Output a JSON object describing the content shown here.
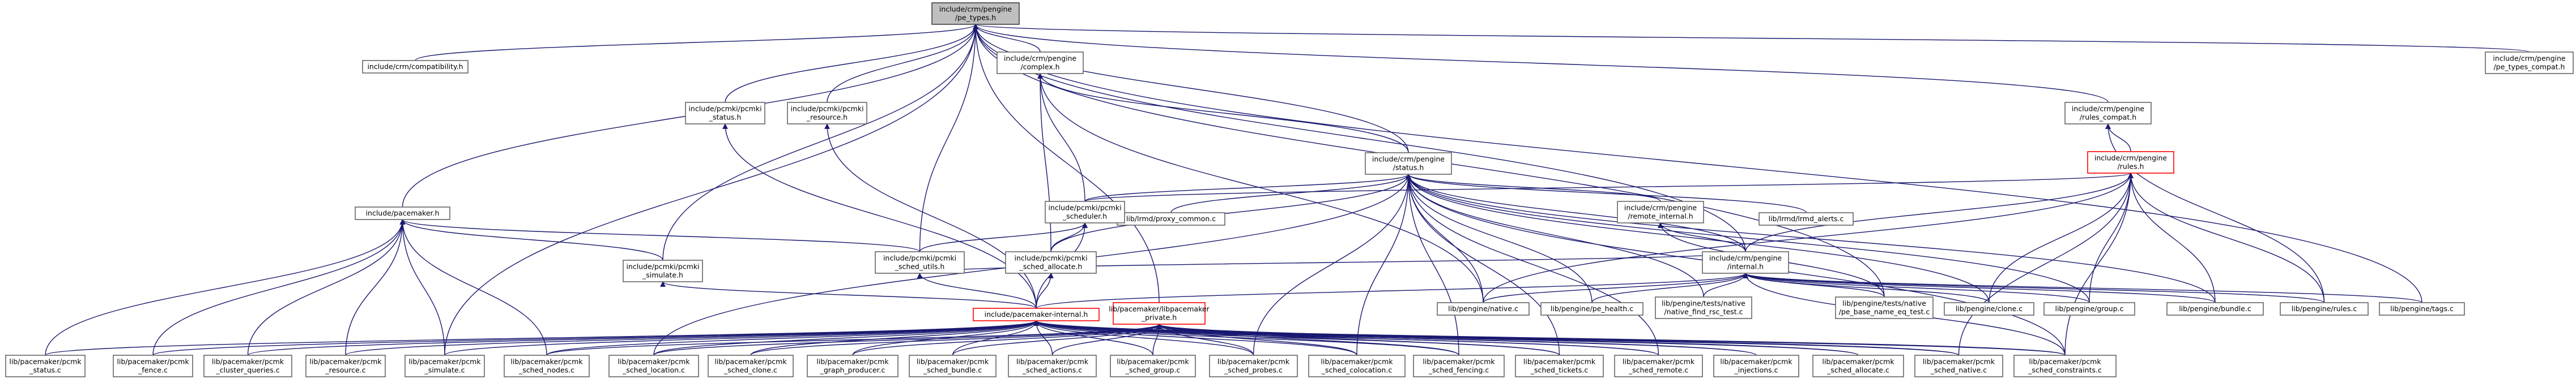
{
  "graph": {
    "root": "pe_types",
    "colors": {
      "edge": "#191970",
      "node_border": "#666666",
      "node_fill": "#ffffff",
      "root_fill": "#bfbfbf",
      "highlight_border": "#ff0000"
    },
    "nodes": [
      {
        "id": "pe_types",
        "lines": [
          "include/crm/pengine",
          "/pe_types.h"
        ],
        "style": "root"
      },
      {
        "id": "compat",
        "lines": [
          "include/crm/compatibility.h"
        ]
      },
      {
        "id": "complex",
        "lines": [
          "include/crm/pengine",
          "/complex.h"
        ]
      },
      {
        "id": "pcmki_status",
        "lines": [
          "include/pcmki/pcmki",
          "_status.h"
        ]
      },
      {
        "id": "pcmki_resource",
        "lines": [
          "include/pcmki/pcmki",
          "_resource.h"
        ]
      },
      {
        "id": "rules_compat",
        "lines": [
          "include/crm/pengine",
          "/rules_compat.h"
        ]
      },
      {
        "id": "pe_types_compat",
        "lines": [
          "include/crm/pengine",
          "/pe_types_compat.h"
        ]
      },
      {
        "id": "status",
        "lines": [
          "include/crm/pengine",
          "/status.h"
        ]
      },
      {
        "id": "pacemaker_h",
        "lines": [
          "include/pacemaker.h"
        ]
      },
      {
        "id": "proxy_common",
        "lines": [
          "lib/lrmd/proxy_common.c"
        ]
      },
      {
        "id": "remote_internal",
        "lines": [
          "include/crm/pengine",
          "/remote_internal.h"
        ]
      },
      {
        "id": "lrmd_alerts",
        "lines": [
          "lib/lrmd/lrmd_alerts.c"
        ]
      },
      {
        "id": "rules_h",
        "lines": [
          "include/crm/pengine",
          "/rules.h"
        ],
        "style": "red"
      },
      {
        "id": "pcmki_scheduler",
        "lines": [
          "include/pcmki/pcmki",
          "_scheduler.h"
        ]
      },
      {
        "id": "pengine_internal",
        "lines": [
          "include/crm/pengine",
          "/internal.h"
        ]
      },
      {
        "id": "pcmki_sched_utils",
        "lines": [
          "include/pcmki/pcmki",
          "_sched_utils.h"
        ]
      },
      {
        "id": "pcmki_sched_allocate",
        "lines": [
          "include/pcmki/pcmki",
          "_sched_allocate.h"
        ]
      },
      {
        "id": "pcmki_simulate",
        "lines": [
          "include/pcmki/pcmki",
          "_simulate.h"
        ]
      },
      {
        "id": "native_c",
        "lines": [
          "lib/pengine/native.c"
        ]
      },
      {
        "id": "pe_health",
        "lines": [
          "lib/pengine/pe_health.c"
        ]
      },
      {
        "id": "native_find_rsc",
        "lines": [
          "lib/pengine/tests/native",
          "/native_find_rsc_test.c"
        ]
      },
      {
        "id": "pe_base_name",
        "lines": [
          "lib/pengine/tests/native",
          "/pe_base_name_eq_test.c"
        ]
      },
      {
        "id": "clone_c",
        "lines": [
          "lib/pengine/clone.c"
        ]
      },
      {
        "id": "group_c",
        "lines": [
          "lib/pengine/group.c"
        ]
      },
      {
        "id": "bundle_c",
        "lines": [
          "lib/pengine/bundle.c"
        ]
      },
      {
        "id": "rules_c",
        "lines": [
          "lib/pengine/rules.c"
        ]
      },
      {
        "id": "tags_c",
        "lines": [
          "lib/pengine/tags.c"
        ]
      },
      {
        "id": "pacemaker_internal",
        "lines": [
          "include/pacemaker-internal.h"
        ],
        "style": "red"
      },
      {
        "id": "libpacemaker_private",
        "lines": [
          "lib/pacemaker/libpacemaker",
          "_private.h"
        ],
        "style": "red"
      },
      {
        "id": "pcmk_status",
        "lines": [
          "lib/pacemaker/pcmk",
          "_status.c"
        ]
      },
      {
        "id": "pcmk_fence",
        "lines": [
          "lib/pacemaker/pcmk",
          "_fence.c"
        ]
      },
      {
        "id": "pcmk_cluster_queries",
        "lines": [
          "lib/pacemaker/pcmk",
          "_cluster_queries.c"
        ]
      },
      {
        "id": "pcmk_resource",
        "lines": [
          "lib/pacemaker/pcmk",
          "_resource.c"
        ]
      },
      {
        "id": "pcmk_simulate",
        "lines": [
          "lib/pacemaker/pcmk",
          "_simulate.c"
        ]
      },
      {
        "id": "pcmk_sched_nodes",
        "lines": [
          "lib/pacemaker/pcmk",
          "_sched_nodes.c"
        ]
      },
      {
        "id": "pcmk_sched_location",
        "lines": [
          "lib/pacemaker/pcmk",
          "_sched_location.c"
        ]
      },
      {
        "id": "pcmk_sched_clone",
        "lines": [
          "lib/pacemaker/pcmk",
          "_sched_clone.c"
        ]
      },
      {
        "id": "pcmk_graph_producer",
        "lines": [
          "lib/pacemaker/pcmk",
          "_graph_producer.c"
        ]
      },
      {
        "id": "pcmk_sched_bundle",
        "lines": [
          "lib/pacemaker/pcmk",
          "_sched_bundle.c"
        ]
      },
      {
        "id": "pcmk_sched_actions",
        "lines": [
          "lib/pacemaker/pcmk",
          "_sched_actions.c"
        ]
      },
      {
        "id": "pcmk_sched_group",
        "lines": [
          "lib/pacemaker/pcmk",
          "_sched_group.c"
        ]
      },
      {
        "id": "pcmk_sched_probes",
        "lines": [
          "lib/pacemaker/pcmk",
          "_sched_probes.c"
        ]
      },
      {
        "id": "pcmk_sched_colocation",
        "lines": [
          "lib/pacemaker/pcmk",
          "_sched_colocation.c"
        ]
      },
      {
        "id": "pcmk_sched_fencing",
        "lines": [
          "lib/pacemaker/pcmk",
          "_sched_fencing.c"
        ]
      },
      {
        "id": "pcmk_sched_tickets",
        "lines": [
          "lib/pacemaker/pcmk",
          "_sched_tickets.c"
        ]
      },
      {
        "id": "pcmk_sched_remote",
        "lines": [
          "lib/pacemaker/pcmk",
          "_sched_remote.c"
        ]
      },
      {
        "id": "pcmk_injections",
        "lines": [
          "lib/pacemaker/pcmk",
          "_injections.c"
        ]
      },
      {
        "id": "pcmk_sched_allocate",
        "lines": [
          "lib/pacemaker/pcmk",
          "_sched_allocate.c"
        ]
      },
      {
        "id": "pcmk_sched_native",
        "lines": [
          "lib/pacemaker/pcmk",
          "_sched_native.c"
        ]
      },
      {
        "id": "pcmk_sched_constraints",
        "lines": [
          "lib/pacemaker/pcmk",
          "_sched_constraints.c"
        ]
      }
    ],
    "edges": [
      [
        "compat",
        "pe_types"
      ],
      [
        "complex",
        "pe_types"
      ],
      [
        "pcmki_status",
        "pe_types"
      ],
      [
        "pcmki_resource",
        "pe_types"
      ],
      [
        "rules_compat",
        "pe_types"
      ],
      [
        "pe_types_compat",
        "pe_types"
      ],
      [
        "status",
        "pe_types"
      ],
      [
        "pacemaker_h",
        "pe_types"
      ],
      [
        "pcmki_sched_utils",
        "pe_types"
      ],
      [
        "pcmki_simulate",
        "pe_types"
      ],
      [
        "pcmk_simulate",
        "pe_types"
      ],
      [
        "libpacemaker_private",
        "pe_types"
      ],
      [
        "pe_base_name",
        "pe_types"
      ],
      [
        "tags_c",
        "pe_types"
      ],
      [
        "pengine_internal",
        "pe_types"
      ],
      [
        "status",
        "complex"
      ],
      [
        "native_c",
        "complex"
      ],
      [
        "pcmki_scheduler",
        "complex"
      ],
      [
        "pcmki_sched_allocate",
        "complex"
      ],
      [
        "proxy_common",
        "status"
      ],
      [
        "remote_internal",
        "status"
      ],
      [
        "lrmd_alerts",
        "status"
      ],
      [
        "pcmki_scheduler",
        "status"
      ],
      [
        "pengine_internal",
        "status"
      ],
      [
        "native_c",
        "status"
      ],
      [
        "pe_health",
        "status"
      ],
      [
        "native_find_rsc",
        "status"
      ],
      [
        "clone_c",
        "status"
      ],
      [
        "group_c",
        "status"
      ],
      [
        "bundle_c",
        "status"
      ],
      [
        "pcmki_sched_allocate",
        "status"
      ],
      [
        "pcmk_sched_location",
        "status"
      ],
      [
        "pcmk_sched_probes",
        "status"
      ],
      [
        "pcmk_sched_colocation",
        "status"
      ],
      [
        "pcmk_sched_fencing",
        "status"
      ],
      [
        "pcmk_sched_tickets",
        "status"
      ],
      [
        "pcmk_sched_remote",
        "status"
      ],
      [
        "pcmk_sched_constraints",
        "status"
      ],
      [
        "rules_h",
        "rules_compat"
      ],
      [
        "rules_c",
        "rules_compat"
      ],
      [
        "pcmki_scheduler",
        "rules_h"
      ],
      [
        "pengine_internal",
        "rules_h"
      ],
      [
        "native_c",
        "rules_h"
      ],
      [
        "clone_c",
        "rules_h"
      ],
      [
        "group_c",
        "rules_h"
      ],
      [
        "bundle_c",
        "rules_h"
      ],
      [
        "rules_c",
        "rules_h"
      ],
      [
        "pcmk_sched_native",
        "rules_h"
      ],
      [
        "pcmk_sched_constraints",
        "rules_h"
      ],
      [
        "pengine_internal",
        "remote_internal"
      ],
      [
        "pe_base_name",
        "remote_internal"
      ],
      [
        "native_c",
        "pengine_internal"
      ],
      [
        "pe_health",
        "pengine_internal"
      ],
      [
        "native_find_rsc",
        "pengine_internal"
      ],
      [
        "pe_base_name",
        "pengine_internal"
      ],
      [
        "clone_c",
        "pengine_internal"
      ],
      [
        "group_c",
        "pengine_internal"
      ],
      [
        "bundle_c",
        "pengine_internal"
      ],
      [
        "rules_c",
        "pengine_internal"
      ],
      [
        "tags_c",
        "pengine_internal"
      ],
      [
        "pcmki_sched_utils",
        "pengine_internal"
      ],
      [
        "pacemaker_internal",
        "pengine_internal"
      ],
      [
        "pcmk_sched_constraints",
        "pengine_internal"
      ],
      [
        "pcmki_sched_utils",
        "pcmki_scheduler"
      ],
      [
        "pcmki_sched_allocate",
        "pcmki_scheduler"
      ],
      [
        "pacemaker_internal",
        "pcmki_scheduler"
      ],
      [
        "pacemaker_internal",
        "pcmki_sched_utils"
      ],
      [
        "pacemaker_internal",
        "pcmki_sched_allocate"
      ],
      [
        "pacemaker_internal",
        "pcmki_simulate"
      ],
      [
        "pacemaker_internal",
        "pcmki_status"
      ],
      [
        "pacemaker_internal",
        "pcmki_resource"
      ],
      [
        "pcmki_simulate",
        "pacemaker_h"
      ],
      [
        "pcmki_sched_utils",
        "pacemaker_h"
      ],
      [
        "pcmk_status",
        "pacemaker_h"
      ],
      [
        "pcmk_fence",
        "pacemaker_h"
      ],
      [
        "pcmk_cluster_queries",
        "pacemaker_h"
      ],
      [
        "pcmk_resource",
        "pacemaker_h"
      ],
      [
        "pcmk_simulate",
        "pacemaker_h"
      ],
      [
        "pcmk_sched_nodes",
        "pacemaker_h"
      ],
      [
        "pcmk_status",
        "pacemaker_internal"
      ],
      [
        "pcmk_fence",
        "pacemaker_internal"
      ],
      [
        "pcmk_cluster_queries",
        "pacemaker_internal"
      ],
      [
        "pcmk_resource",
        "pacemaker_internal"
      ],
      [
        "pcmk_simulate",
        "pacemaker_internal"
      ],
      [
        "pcmk_sched_nodes",
        "pacemaker_internal"
      ],
      [
        "pcmk_sched_location",
        "pacemaker_internal"
      ],
      [
        "pcmk_sched_clone",
        "pacemaker_internal"
      ],
      [
        "pcmk_graph_producer",
        "pacemaker_internal"
      ],
      [
        "pcmk_sched_bundle",
        "pacemaker_internal"
      ],
      [
        "pcmk_sched_actions",
        "pacemaker_internal"
      ],
      [
        "pcmk_sched_group",
        "pacemaker_internal"
      ],
      [
        "pcmk_sched_probes",
        "pacemaker_internal"
      ],
      [
        "pcmk_sched_colocation",
        "pacemaker_internal"
      ],
      [
        "pcmk_sched_fencing",
        "pacemaker_internal"
      ],
      [
        "pcmk_sched_tickets",
        "pacemaker_internal"
      ],
      [
        "pcmk_sched_remote",
        "pacemaker_internal"
      ],
      [
        "pcmk_injections",
        "pacemaker_internal"
      ],
      [
        "pcmk_sched_allocate",
        "pacemaker_internal"
      ],
      [
        "pcmk_sched_native",
        "pacemaker_internal"
      ],
      [
        "pcmk_sched_constraints",
        "pacemaker_internal"
      ],
      [
        "pcmk_sched_location",
        "libpacemaker_private"
      ],
      [
        "pcmk_sched_clone",
        "libpacemaker_private"
      ],
      [
        "pcmk_graph_producer",
        "libpacemaker_private"
      ],
      [
        "pcmk_sched_bundle",
        "libpacemaker_private"
      ],
      [
        "pcmk_sched_actions",
        "libpacemaker_private"
      ],
      [
        "pcmk_sched_group",
        "libpacemaker_private"
      ],
      [
        "pcmk_sched_probes",
        "libpacemaker_private"
      ],
      [
        "pcmk_sched_colocation",
        "libpacemaker_private"
      ],
      [
        "pcmk_sched_fencing",
        "libpacemaker_private"
      ],
      [
        "pcmk_sched_tickets",
        "libpacemaker_private"
      ],
      [
        "pcmk_sched_remote",
        "libpacemaker_private"
      ],
      [
        "pcmk_injections",
        "libpacemaker_private"
      ],
      [
        "pcmk_sched_allocate",
        "libpacemaker_private"
      ],
      [
        "pcmk_sched_native",
        "libpacemaker_private"
      ],
      [
        "pcmk_sched_constraints",
        "libpacemaker_private"
      ],
      [
        "pcmk_sched_nodes",
        "libpacemaker_private"
      ]
    ]
  }
}
